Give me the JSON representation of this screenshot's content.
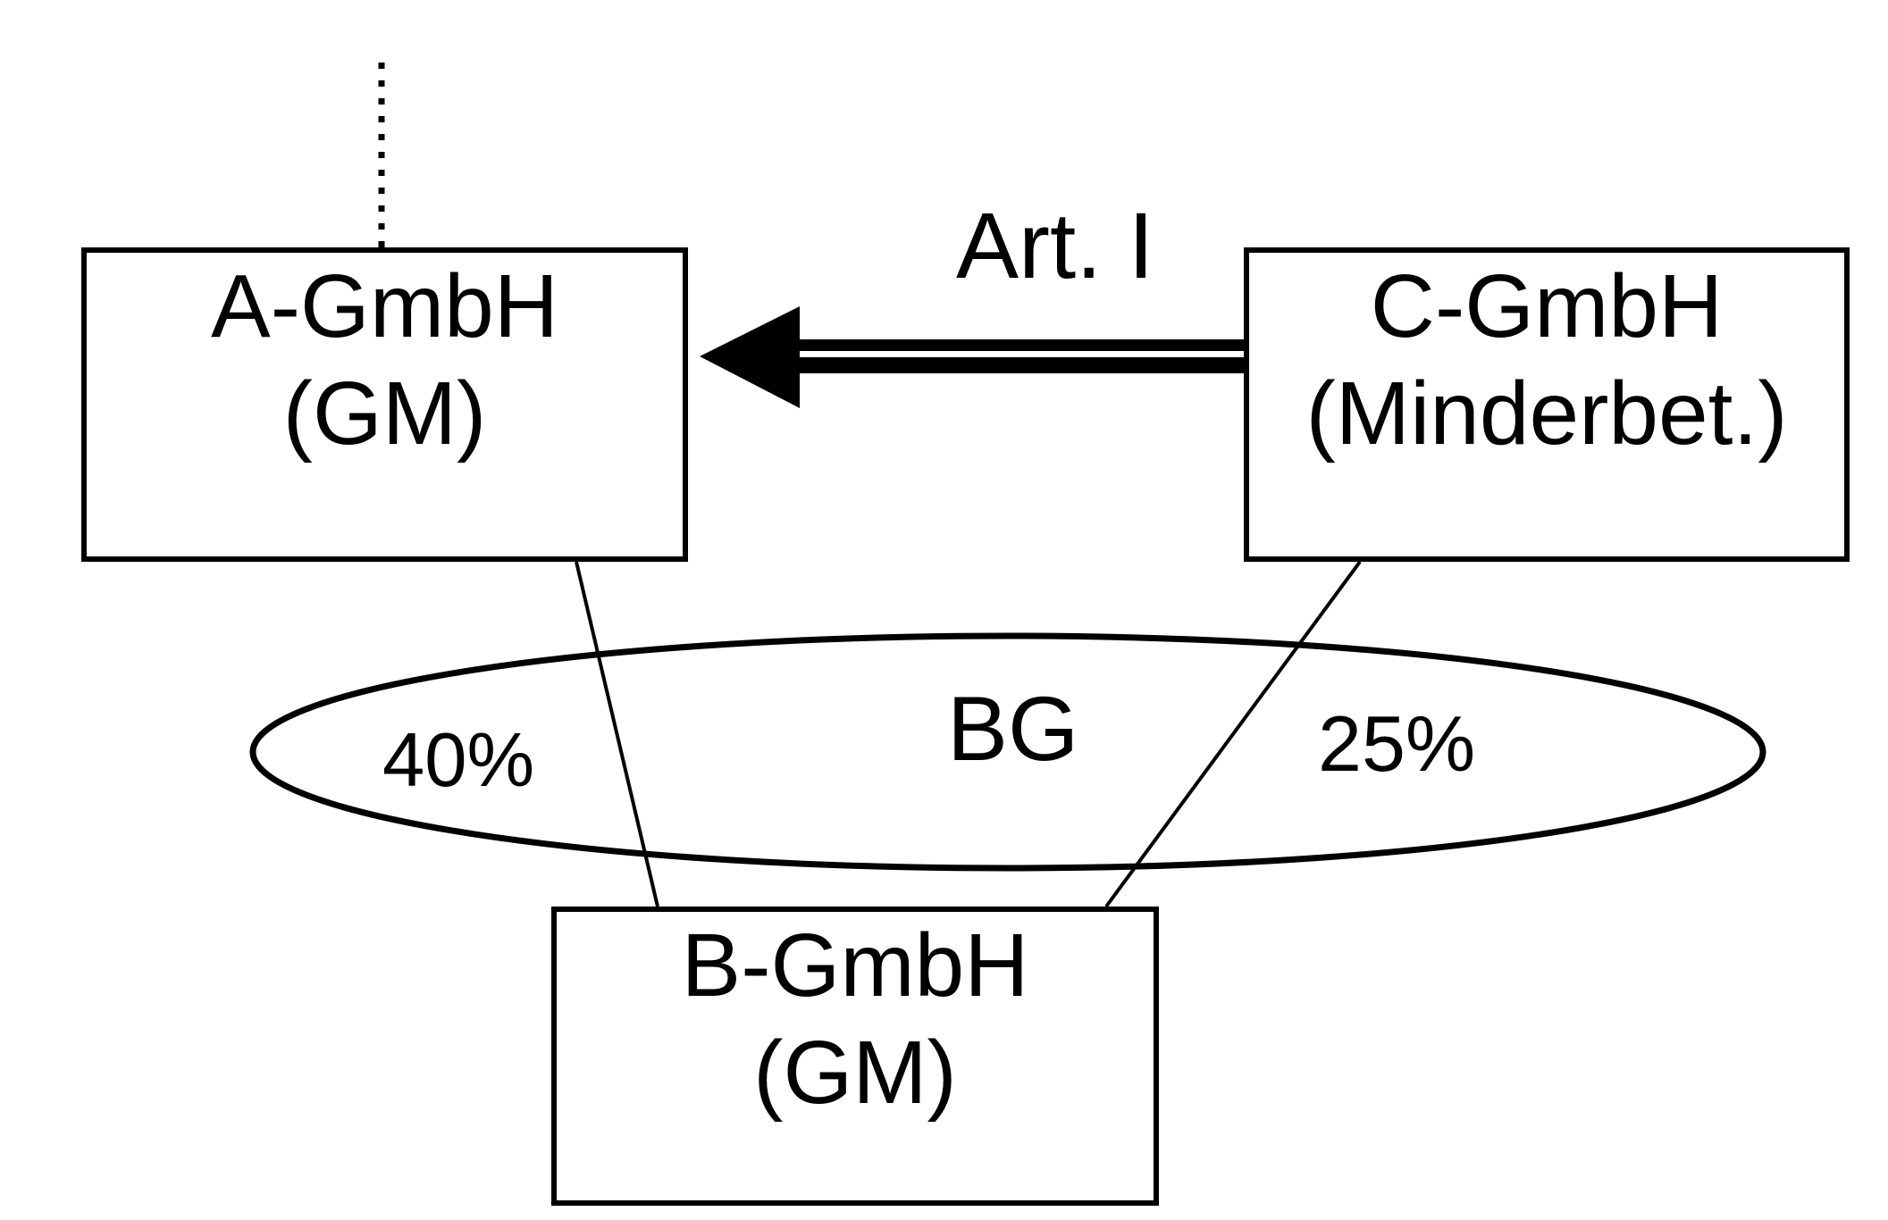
{
  "diagram": {
    "colors": {
      "background": "#ffffff",
      "line": "#000000",
      "text": "#000000"
    },
    "nodes": {
      "a_gmbh": {
        "line1": "A-GmbH",
        "line2": "(GM)"
      },
      "c_gmbh": {
        "line1": "C-GmbH",
        "line2": "(Minderbet.)"
      },
      "b_gmbh": {
        "line1": "B-GmbH",
        "line2": "(GM)"
      }
    },
    "labels": {
      "arrow_label": "Art. I",
      "ellipse_label": "BG",
      "a_share": "40%",
      "c_share": "25%"
    }
  }
}
